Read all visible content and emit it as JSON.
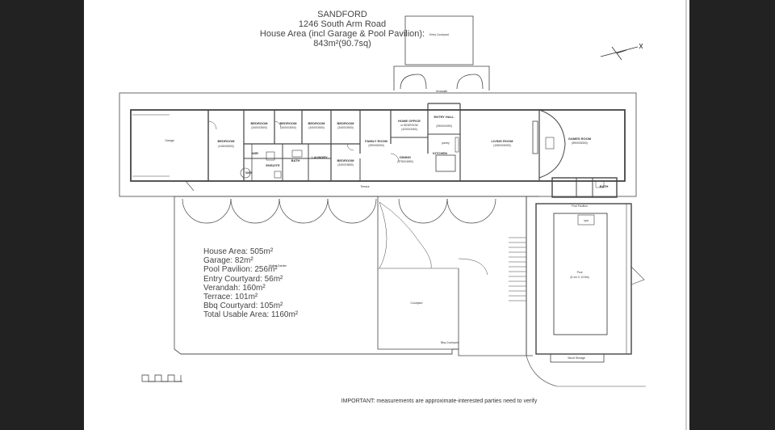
{
  "header": {
    "title": "SANDFORD",
    "address": "1246 South Arm Road",
    "area_line": "House Area (incl Garage & Pool Pavilion):",
    "area_value": "843m²(90.7sq)"
  },
  "areas": [
    "House Area: 505m²",
    "Garage: 82m²",
    "Pool Pavilion: 256m²",
    "Entry Courtyard: 56m²",
    "Verandah: 160m²",
    "Terrace: 101m²",
    "Bbq Courtyard: 105m²",
    "Total Usable Area: 1160m²"
  ],
  "labels": {
    "entry_courtyard": "Entry Courtyard",
    "verandah": "Verandah",
    "garage": "Garage",
    "bedroom1": "BEDROOM",
    "bedroom1_size": "(4180X8300)",
    "bedroom2": "BEDROOM",
    "bedroom2_size": "(3400X3500)",
    "bedroom3": "BEDROOM",
    "bedroom3_size": "(3400X3500)",
    "bedroom4": "BEDROOM",
    "bedroom4_size": "(3400X3500)",
    "bedroom5": "BEDROOM",
    "bedroom5_size": "(3400X3500)",
    "bedroom6": "BEDROOM",
    "bedroom6_size": "(3400X3850)",
    "wir": "WIR",
    "wir2": "WIR",
    "ensuite": "ENSUITE",
    "bath": "BATH",
    "laundry": "LAUNDRY",
    "family_room": "FAMILY ROOM",
    "family_room_size": "(3900X8300)",
    "home_office": "HOME OFFICE",
    "home_office_sub": "or BEDROOM",
    "home_office_size": "(4200X3450)",
    "entry_hall": "ENTRY HALL",
    "entry_hall_size": "(3900X4050)",
    "pantry": "pantry",
    "dining": "DINING",
    "dining_size": "(3750X4650)",
    "kitchen": "KITCHEN",
    "living_room": "LIVING ROOM",
    "living_room_size": "(10800X8300)",
    "games_room": "GAMES ROOM",
    "games_room_size": "(8900X8300)",
    "bath2": "BATH",
    "terrace": "Terrace",
    "pool_pavilion": "Pool Pavilion",
    "spa": "spa",
    "pool": "Pool",
    "pool_size": "(6.1m X 13.8m)",
    "walled_garden": "Walled Garden",
    "courtyard": "Courtyard",
    "bbq_courtyard": "Bbq Courtyard",
    "wood_storage": "Wood Storage"
  },
  "note": "IMPORTANT: measurements are approximate-interested parties need to verify",
  "colors": {
    "background": "#222222",
    "sheet": "#ffffff",
    "ink": "#444444"
  },
  "icons": {
    "north_arrow": "compass-north-icon",
    "scale_bar": "scale-bar-icon"
  }
}
